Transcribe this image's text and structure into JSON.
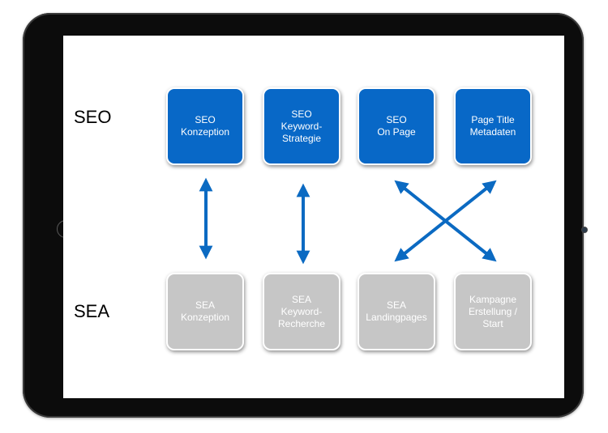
{
  "rows": {
    "seo_label": "SEO",
    "sea_label": "SEA"
  },
  "seo_boxes": [
    {
      "lines": [
        "SEO",
        "Konzeption"
      ]
    },
    {
      "lines": [
        "SEO",
        "Keyword-",
        "Strategie"
      ]
    },
    {
      "lines": [
        "SEO",
        "On Page"
      ]
    },
    {
      "lines": [
        "Page Title",
        "Metadaten"
      ]
    }
  ],
  "sea_boxes": [
    {
      "lines": [
        "SEA",
        "Konzeption"
      ]
    },
    {
      "lines": [
        "SEA",
        "Keyword-",
        "Recherche"
      ]
    },
    {
      "lines": [
        "SEA",
        "Landingpages"
      ]
    },
    {
      "lines": [
        "Kampagne",
        "Erstellung /",
        "Start"
      ]
    }
  ],
  "colors": {
    "seo_fill": "#0868c7",
    "sea_fill": "#c6c6c6",
    "arrow": "#0b6ac2",
    "device_frame": "#0c0c0c"
  }
}
